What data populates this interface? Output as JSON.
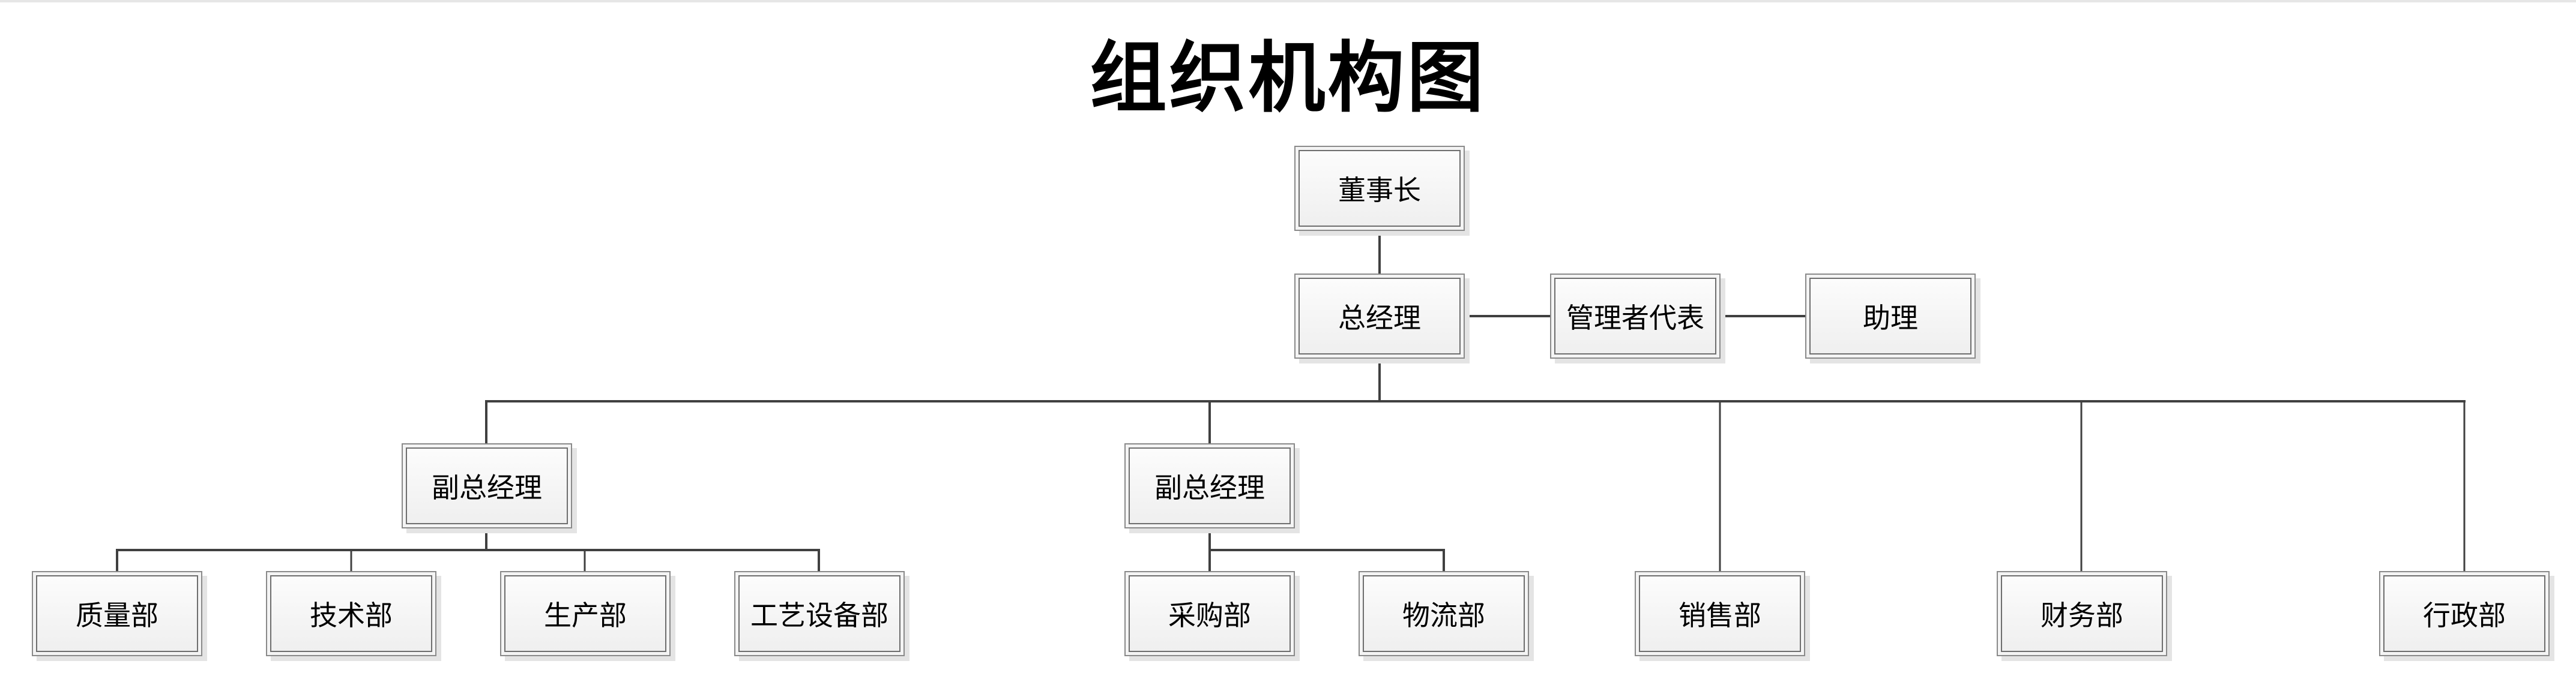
{
  "title": "组织机构图",
  "colors": {
    "line": "#404040",
    "box_border": "#8a8a8a",
    "box_fill": "#f4f4f4",
    "shadow": "#e4e4e4"
  },
  "nodes": {
    "chairman": "董事长",
    "general_manager": "总经理",
    "management_rep": "管理者代表",
    "assistant": "助理",
    "vice_gm_1": "副总经理",
    "vice_gm_2": "副总经理",
    "quality_dept": "质量部",
    "tech_dept": "技术部",
    "production_dept": "生产部",
    "process_equipment_dept": "工艺设备部",
    "purchasing_dept": "采购部",
    "logistics_dept": "物流部",
    "sales_dept": "销售部",
    "finance_dept": "财务部",
    "admin_dept": "行政部"
  },
  "hierarchy": [
    {
      "from": "chairman",
      "to": "general_manager"
    },
    {
      "from": "general_manager",
      "to": "management_rep"
    },
    {
      "from": "management_rep",
      "to": "assistant"
    },
    {
      "from": "general_manager",
      "to": "vice_gm_1"
    },
    {
      "from": "general_manager",
      "to": "vice_gm_2"
    },
    {
      "from": "general_manager",
      "to": "sales_dept"
    },
    {
      "from": "general_manager",
      "to": "finance_dept"
    },
    {
      "from": "general_manager",
      "to": "admin_dept"
    },
    {
      "from": "vice_gm_1",
      "to": "quality_dept"
    },
    {
      "from": "vice_gm_1",
      "to": "tech_dept"
    },
    {
      "from": "vice_gm_1",
      "to": "production_dept"
    },
    {
      "from": "vice_gm_1",
      "to": "process_equipment_dept"
    },
    {
      "from": "vice_gm_2",
      "to": "purchasing_dept"
    },
    {
      "from": "vice_gm_2",
      "to": "logistics_dept"
    }
  ]
}
